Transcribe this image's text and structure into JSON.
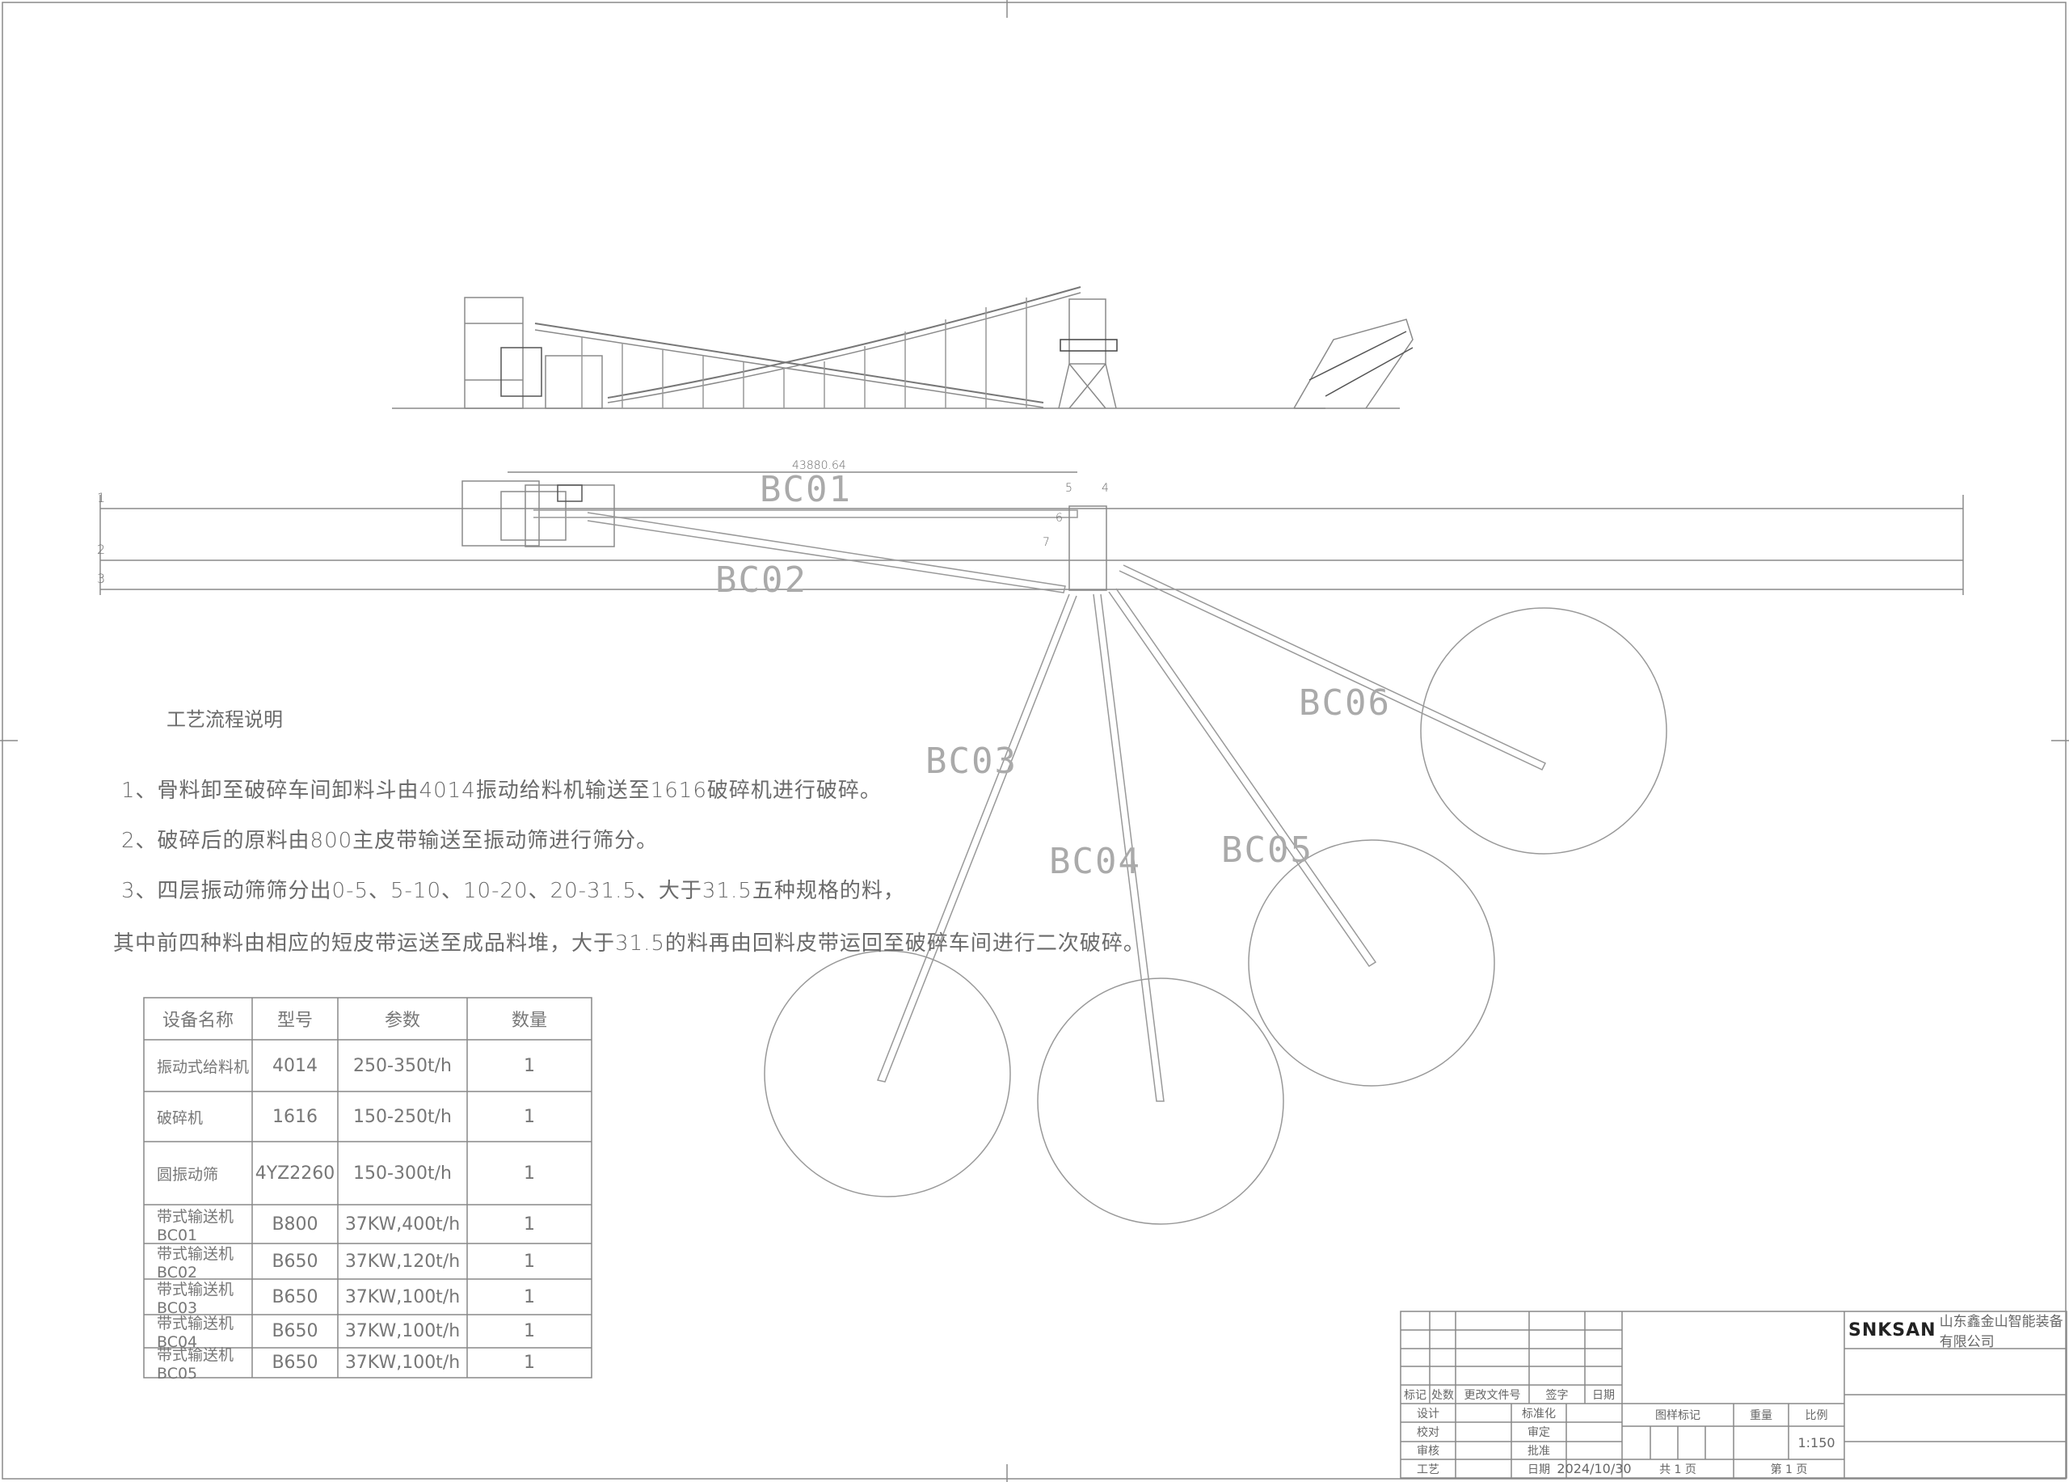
{
  "drawing": {
    "dimension": "43880.64",
    "axis_labels": [
      "1",
      "2",
      "3"
    ],
    "conveyor_labels": {
      "bc01": "BC01",
      "bc02": "BC02",
      "bc03": "BC03",
      "bc04": "BC04",
      "bc05": "BC05",
      "bc06": "BC06"
    },
    "section_marks": [
      "4",
      "5",
      "6",
      "7"
    ]
  },
  "process": {
    "title": "工艺流程说明",
    "steps": [
      "1、骨料卸至破碎车间卸料斗由4014振动给料机输送至1616破碎机进行破碎。",
      "2、破碎后的原料由800主皮带输送至振动筛进行筛分。",
      "3、四层振动筛筛分出0-5、5-10、10-20、20-31.5、大于31.5五种规格的料，",
      "其中前四种料由相应的短皮带运送至成品料堆，大于31.5的料再由回料皮带运回至破碎车间进行二次破碎。"
    ]
  },
  "equipment_table": {
    "headers": [
      "设备名称",
      "型号",
      "参数",
      "数量"
    ],
    "rows": [
      [
        "振动式给料机",
        "4014",
        "250-350t/h",
        "1"
      ],
      [
        "破碎机",
        "1616",
        "150-250t/h",
        "1"
      ],
      [
        "圆振动筛",
        "4YZ2260",
        "150-300t/h",
        "1"
      ],
      [
        "带式输送机BC01",
        "B800",
        "37KW,400t/h",
        "1"
      ],
      [
        "带式输送机BC02",
        "B650",
        "37KW,120t/h",
        "1"
      ],
      [
        "带式输送机BC03",
        "B650",
        "37KW,100t/h",
        "1"
      ],
      [
        "带式输送机BC04",
        "B650",
        "37KW,100t/h",
        "1"
      ],
      [
        "带式输送机BC05",
        "B650",
        "37KW,100t/h",
        "1"
      ]
    ]
  },
  "title_block": {
    "logo": "SNKSAN",
    "company": "山东鑫金山智能装备有限公司",
    "rev_headers": [
      "标记",
      "处数",
      "更改文件号",
      "签字",
      "日期"
    ],
    "labels": {
      "design": "设计",
      "standard": "标准化",
      "check": "校对",
      "review": "审核",
      "approve2": "审定",
      "approve": "批准",
      "process": "工艺",
      "date": "日期",
      "mark": "图样标记",
      "weight": "重量",
      "scale": "比例"
    },
    "date_value": "2024/10/30",
    "scale_value": "1:150",
    "total_pages": "共 1 页",
    "page": "第 1 页"
  },
  "colors": {
    "line": "#8a8a8a",
    "text": "#6a6a6a",
    "logo": "#222222",
    "logo_accent": "#f2b600"
  }
}
